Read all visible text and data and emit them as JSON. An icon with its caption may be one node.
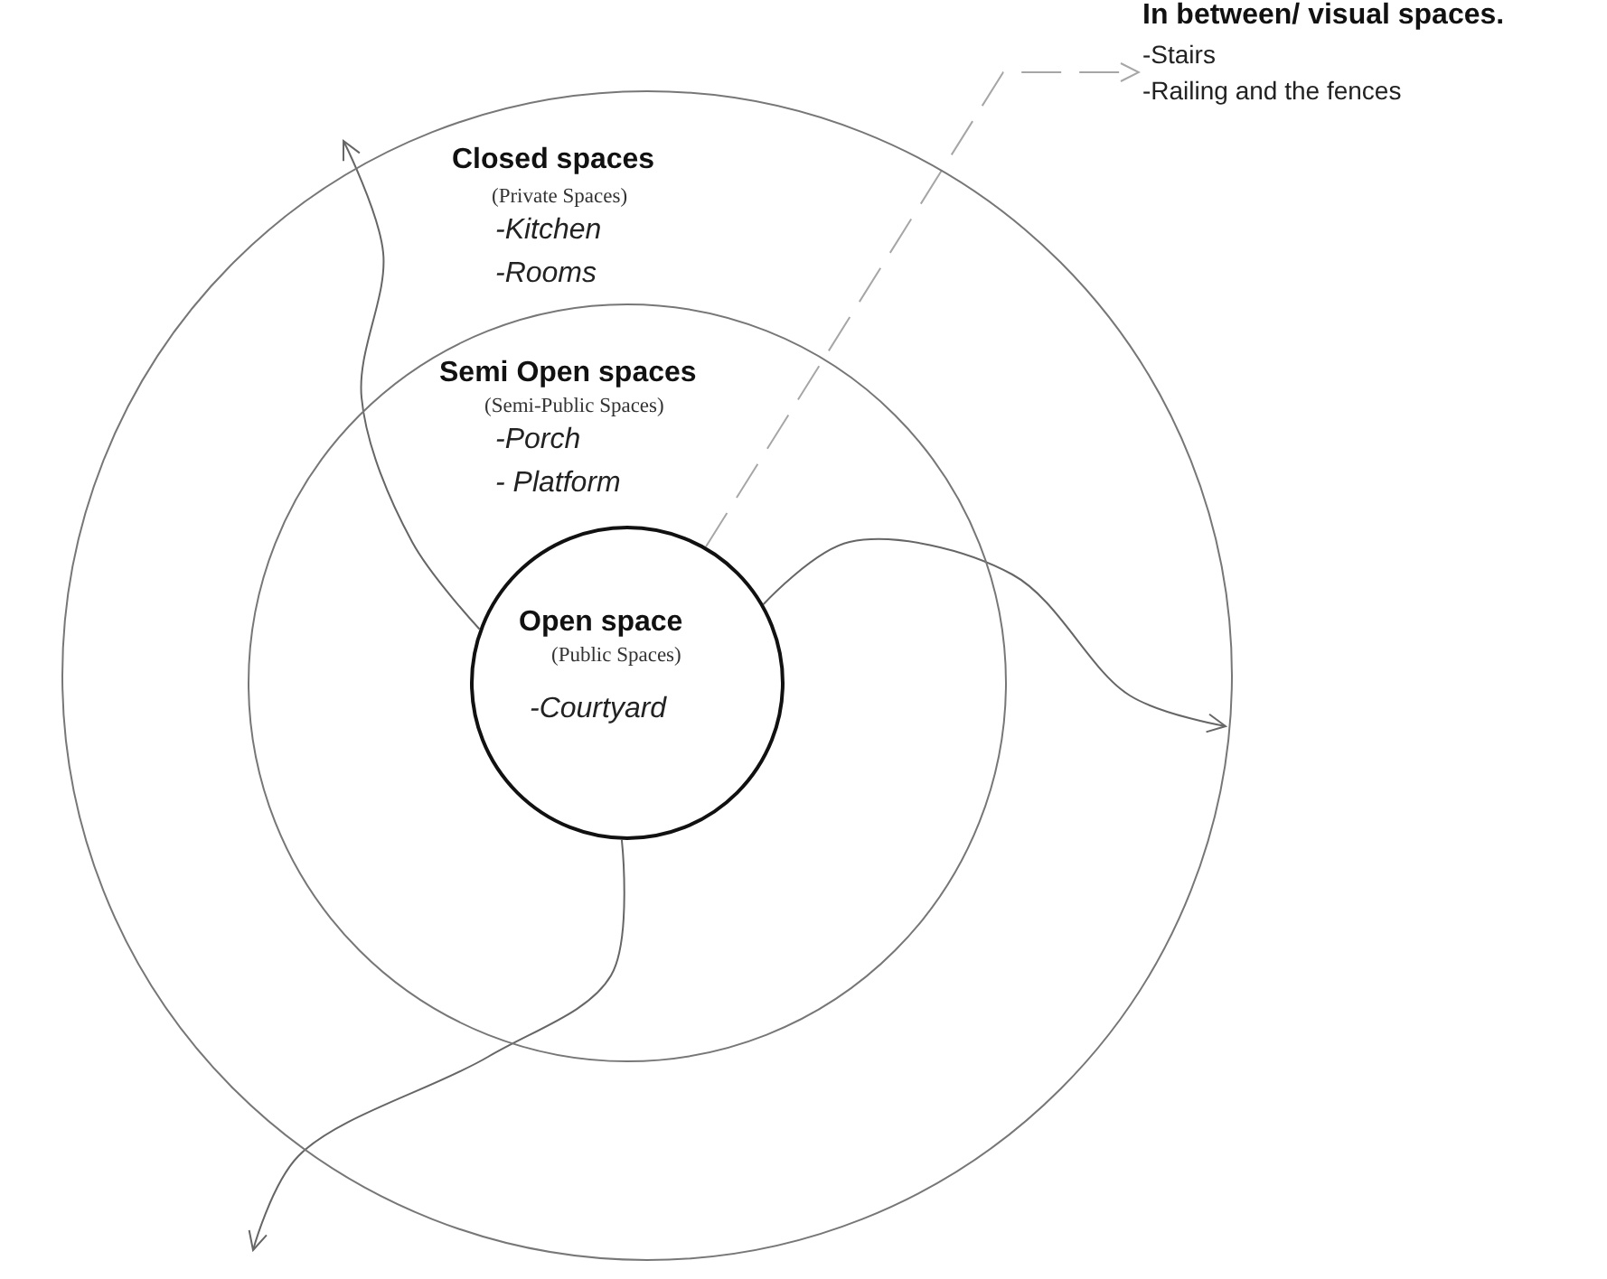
{
  "diagram": {
    "nodes": [
      {
        "text": [
          "Closed spaces",
          "(Private Spaces)",
          "-Kitchen",
          "-Rooms"
        ]
      },
      {
        "text": [
          "Semi Open spaces",
          "(Semi-Public Spaces)",
          "-Porch",
          "- Platform"
        ],
        "in": 0
      },
      {
        "text": [
          "Open space",
          "(Public Spaces)",
          "-Courtyard"
        ],
        "in": 1
      },
      {
        "text": [
          "In between/ visual spaces.",
          "-Stairs",
          "-Railing and the fences"
        ]
      }
    ],
    "edges": [
      {
        "from": 2,
        "to": 0,
        "arrow": "to"
      },
      {
        "from": 2,
        "to": 0,
        "arrow": "to"
      },
      {
        "from": 2,
        "to": 0,
        "arrow": "to"
      },
      {
        "from": 2,
        "to": 3,
        "arrow": "to",
        "style": "dashed",
        "color": "#a6a6a6"
      }
    ]
  }
}
